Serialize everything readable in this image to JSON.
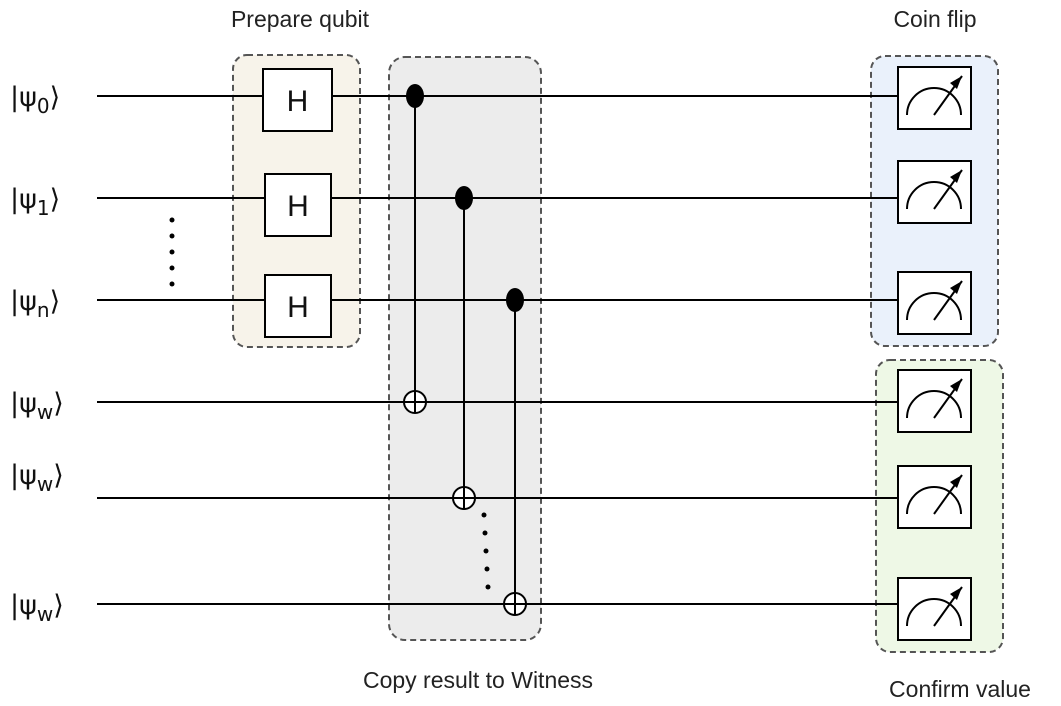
{
  "labels": {
    "prepare": "Prepare qubit",
    "copy": "Copy result to Witness",
    "coin": "Coin flip",
    "confirm": "Confirm value"
  },
  "qubits": [
    {
      "base": "|ψ",
      "sub": "0",
      "close": "⟩"
    },
    {
      "base": "|ψ",
      "sub": "1",
      "close": "⟩"
    },
    {
      "base": "|ψ",
      "sub": "n",
      "close": "⟩"
    },
    {
      "base": "|ψ",
      "sub": "w",
      "close": "⟩"
    },
    {
      "base": "|ψ",
      "sub": "w",
      "close": "⟩"
    },
    {
      "base": "|ψ",
      "sub": "w",
      "close": "⟩"
    }
  ],
  "gate_label": "H",
  "colors": {
    "prepare_fill": "#f7f3ea",
    "copy_fill": "#ececec",
    "coin_fill": "#eaf1fb",
    "confirm_fill": "#eef8e6",
    "border": "#555555"
  }
}
